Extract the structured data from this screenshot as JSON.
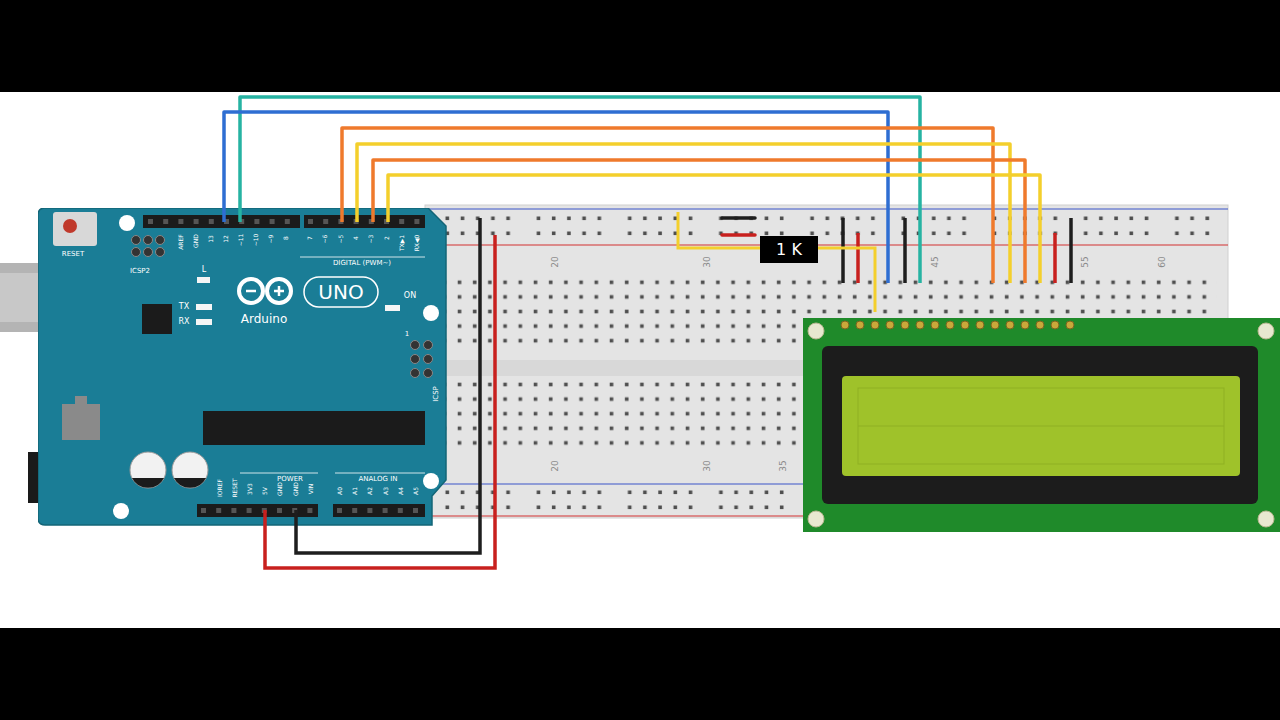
{
  "diagram": {
    "nodes": [
      {
        "text": [
          "RESET",
          "ICSP2",
          "AREF",
          "GND",
          "13",
          "12",
          "~11",
          "~10",
          "~9",
          "8",
          "7",
          "~6",
          "~5",
          "4",
          "~3",
          "2",
          "TX▶1",
          "RX◀0",
          "DIGITAL (PWM~)",
          "L",
          "TX",
          "RX",
          "UNO",
          "Arduino",
          "ON",
          "1",
          "ICSP",
          "IOREF",
          "RESET",
          "3V3",
          "5V",
          "GND",
          "GND",
          "VIN",
          "POWER",
          "ANALOG IN",
          "A0",
          "A1",
          "A2",
          "A3",
          "A4",
          "A5"
        ]
      },
      {
        "text": [
          "1 K"
        ]
      }
    ],
    "labels": [
      "20",
      "30",
      "45",
      "55",
      "60",
      "20",
      "30",
      "35"
    ]
  }
}
